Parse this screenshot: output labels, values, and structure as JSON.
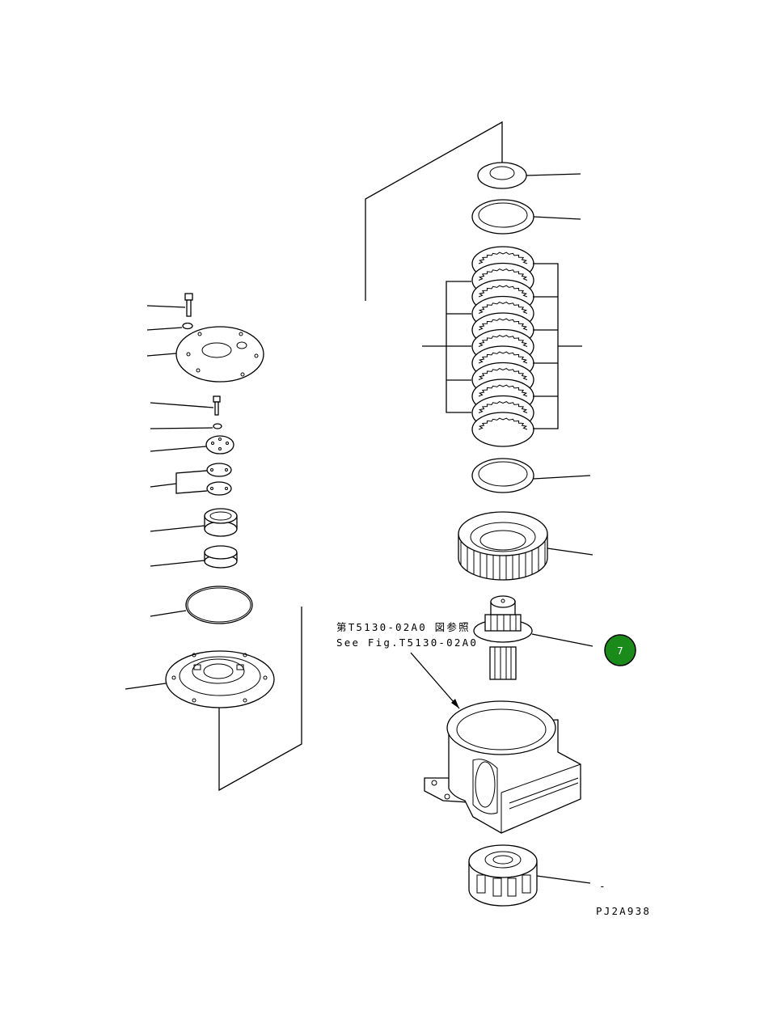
{
  "reference_note": {
    "jp": "第T5130-02A0 図参照",
    "en": "See Fig.T5130-02A0"
  },
  "figure_id": "PJ2A938",
  "callouts": [
    {
      "label": "7",
      "color": "#1a8a1a",
      "target": "final-drive-shaft"
    }
  ],
  "stray_mark": "-"
}
